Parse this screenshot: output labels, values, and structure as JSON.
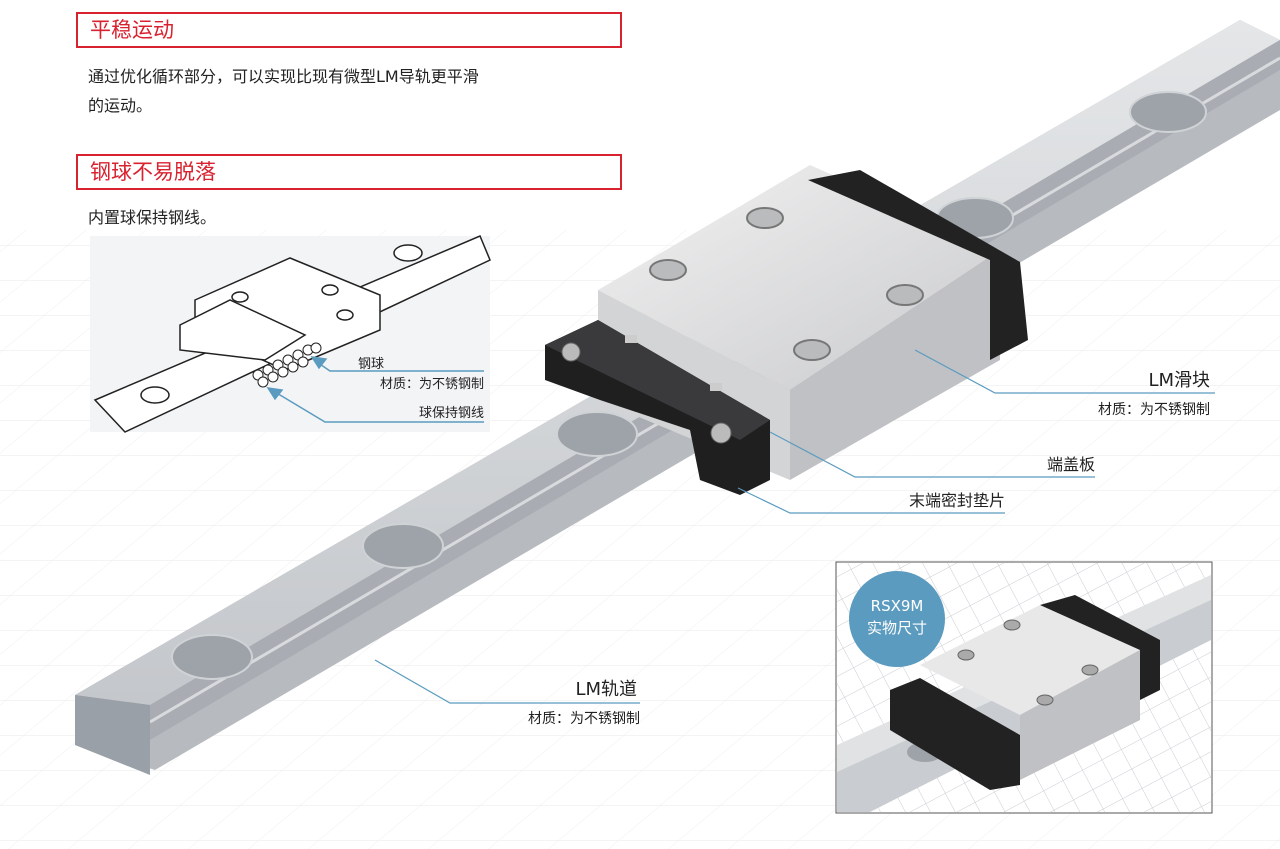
{
  "section1": {
    "heading": "平稳运动",
    "text_line1": "通过优化循环部分，可以实现比现有微型LM导轨更平滑",
    "text_line2": "的运动。"
  },
  "section2": {
    "heading": "钢球不易脱落",
    "text": "内置球保持钢线。"
  },
  "inset_detail": {
    "ball_label": "钢球",
    "ball_material": "材质：为不锈钢制",
    "retainer_label": "球保持钢线"
  },
  "callouts": {
    "block_label": "LM滑块",
    "block_material": "材质：为不锈钢制",
    "end_plate": "端盖板",
    "end_seal": "末端密封垫片",
    "rail_label": "LM轨道",
    "rail_material": "材质：为不锈钢制"
  },
  "actual_size": {
    "model": "RSX9M",
    "caption": "实物尺寸",
    "badge_color": "#5b9bbf"
  },
  "colors": {
    "accent": "#d9222f",
    "leader": "#5b9bbf"
  }
}
